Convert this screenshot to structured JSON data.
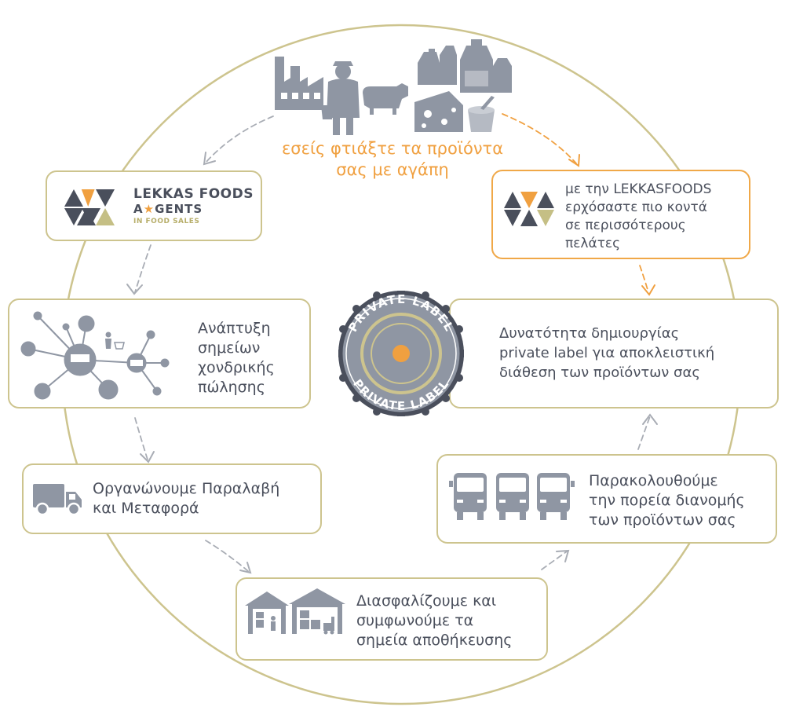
{
  "tagline": {
    "line1": "εσείς φτιάξτε τα προϊόντα",
    "line2": "σας με αγάπη"
  },
  "brand": {
    "name": "LEKKAS FOODS",
    "agents_pre": "A",
    "agents_post": "GENTS",
    "sub": "IN FOOD SALES"
  },
  "steps": {
    "closer": [
      "με την LEKKASFOODS",
      "ερχόσαστε πιο κοντά",
      "σε περισσότερους",
      "πελάτες"
    ],
    "private_label": [
      "Δυνατότητα δημιουργίας",
      "private label για αποκλειστική",
      "διάθεση των προϊόντων σας"
    ],
    "wholesale": [
      "Ανάπτυξη",
      "σημείων",
      "χονδρικής",
      "πώλησης"
    ],
    "transport": [
      "Οργανώνουμε  Παραλαβή",
      "και Μεταφορά"
    ],
    "tracking": [
      "Παρακολουθούμε",
      "την πορεία διανομής",
      "των προϊόντων σας"
    ],
    "storage": [
      "Διασφαλίζουμε και",
      "συμφωνούμε τα",
      "σημεία αποθήκευσης"
    ]
  },
  "badge": {
    "top_text": "PRIVATE LABEL",
    "bottom_text": "PRIVATE LABEL"
  },
  "colors": {
    "ring": "#cdc48e",
    "accent_orange": "#f0a040",
    "icon_grey": "#8f96a3",
    "text_dark": "#4a4f5c"
  }
}
